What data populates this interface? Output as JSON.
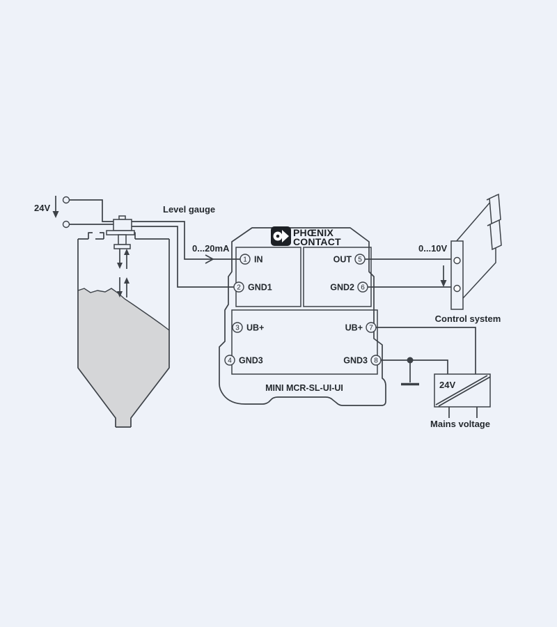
{
  "colors": {
    "background": "#eef2f9",
    "line": "#3c4147",
    "text": "#24292e",
    "tank_fill": "#d5d6d8",
    "logo_bg": "#1c2025"
  },
  "sensor_supply": {
    "voltage_label": "24V"
  },
  "level_gauge": {
    "label": "Level gauge"
  },
  "signals": {
    "input": "0...20mA",
    "output": "0...10V"
  },
  "module": {
    "brand_line1": "PHŒNIX",
    "brand_line2": "CONTACT",
    "model": "MINI MCR-SL-UI-UI",
    "terminals": [
      {
        "number": "1",
        "label": "IN"
      },
      {
        "number": "2",
        "label": "GND1"
      },
      {
        "number": "3",
        "label": "UB+"
      },
      {
        "number": "4",
        "label": "GND3"
      },
      {
        "number": "5",
        "label": "OUT"
      },
      {
        "number": "6",
        "label": "GND2"
      },
      {
        "number": "7",
        "label": "UB+"
      },
      {
        "number": "8",
        "label": "GND3"
      }
    ]
  },
  "control_system": {
    "label": "Control system"
  },
  "power_supply": {
    "voltage_label": "24V",
    "caption": "Mains voltage"
  }
}
